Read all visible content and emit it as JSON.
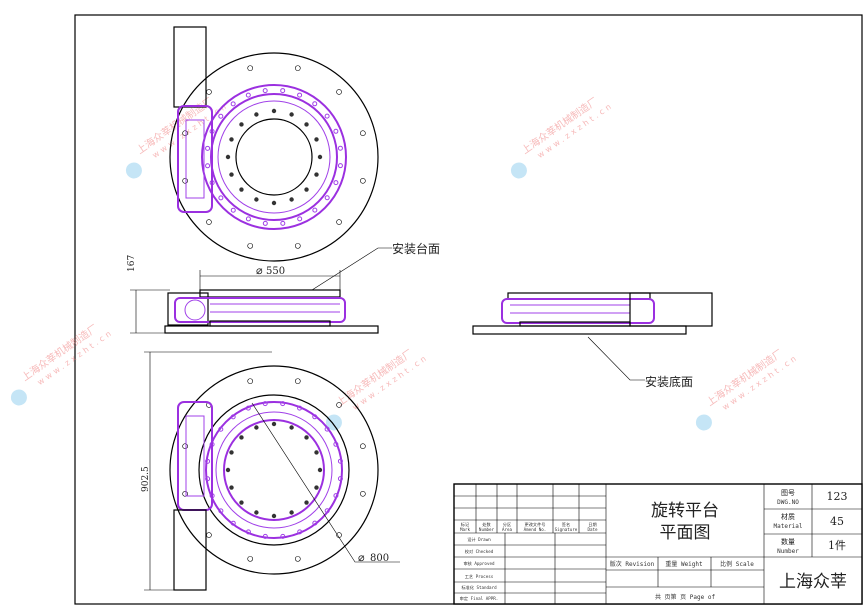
{
  "annotations": {
    "mount_top_label": "安装台面",
    "mount_bottom_label": "安装底面",
    "dia_550": "550",
    "dia_800": "800",
    "height_167": "167",
    "length_902": "902.5"
  },
  "watermark": {
    "company": "上海众莘机械制造厂",
    "url": "www.zxzht.cn"
  },
  "title_block": {
    "title_line1": "旋转平台",
    "title_line2": "平面图",
    "dwg_no_label_cn": "图号",
    "dwg_no_label_en": "DWG.NO",
    "dwg_no": "123",
    "material_label_cn": "材质",
    "material_label_en": "Material",
    "material": "45",
    "number_label_cn": "数量",
    "number_label_en": "Number",
    "number": "1件",
    "revision_label": "版次 Revision",
    "weight_label": "重量 Weight",
    "scale_label": "比例 Scale",
    "page_label": "共  页第  页  Page  of",
    "company": "上海众莘",
    "change_headers": [
      "标记 Mark",
      "处数 Number",
      "分区 Area",
      "更改文件号 Amend No.",
      "签名 Signature",
      "日期 Date"
    ],
    "sign_rows": [
      "设计 Drawn",
      "校对 Checked",
      "审核 Approved",
      "工艺 Process",
      "标准化 Standard",
      "审定 Final APPR."
    ]
  },
  "colors": {
    "accent": "#9b30e0",
    "watermark": "#f08080"
  }
}
